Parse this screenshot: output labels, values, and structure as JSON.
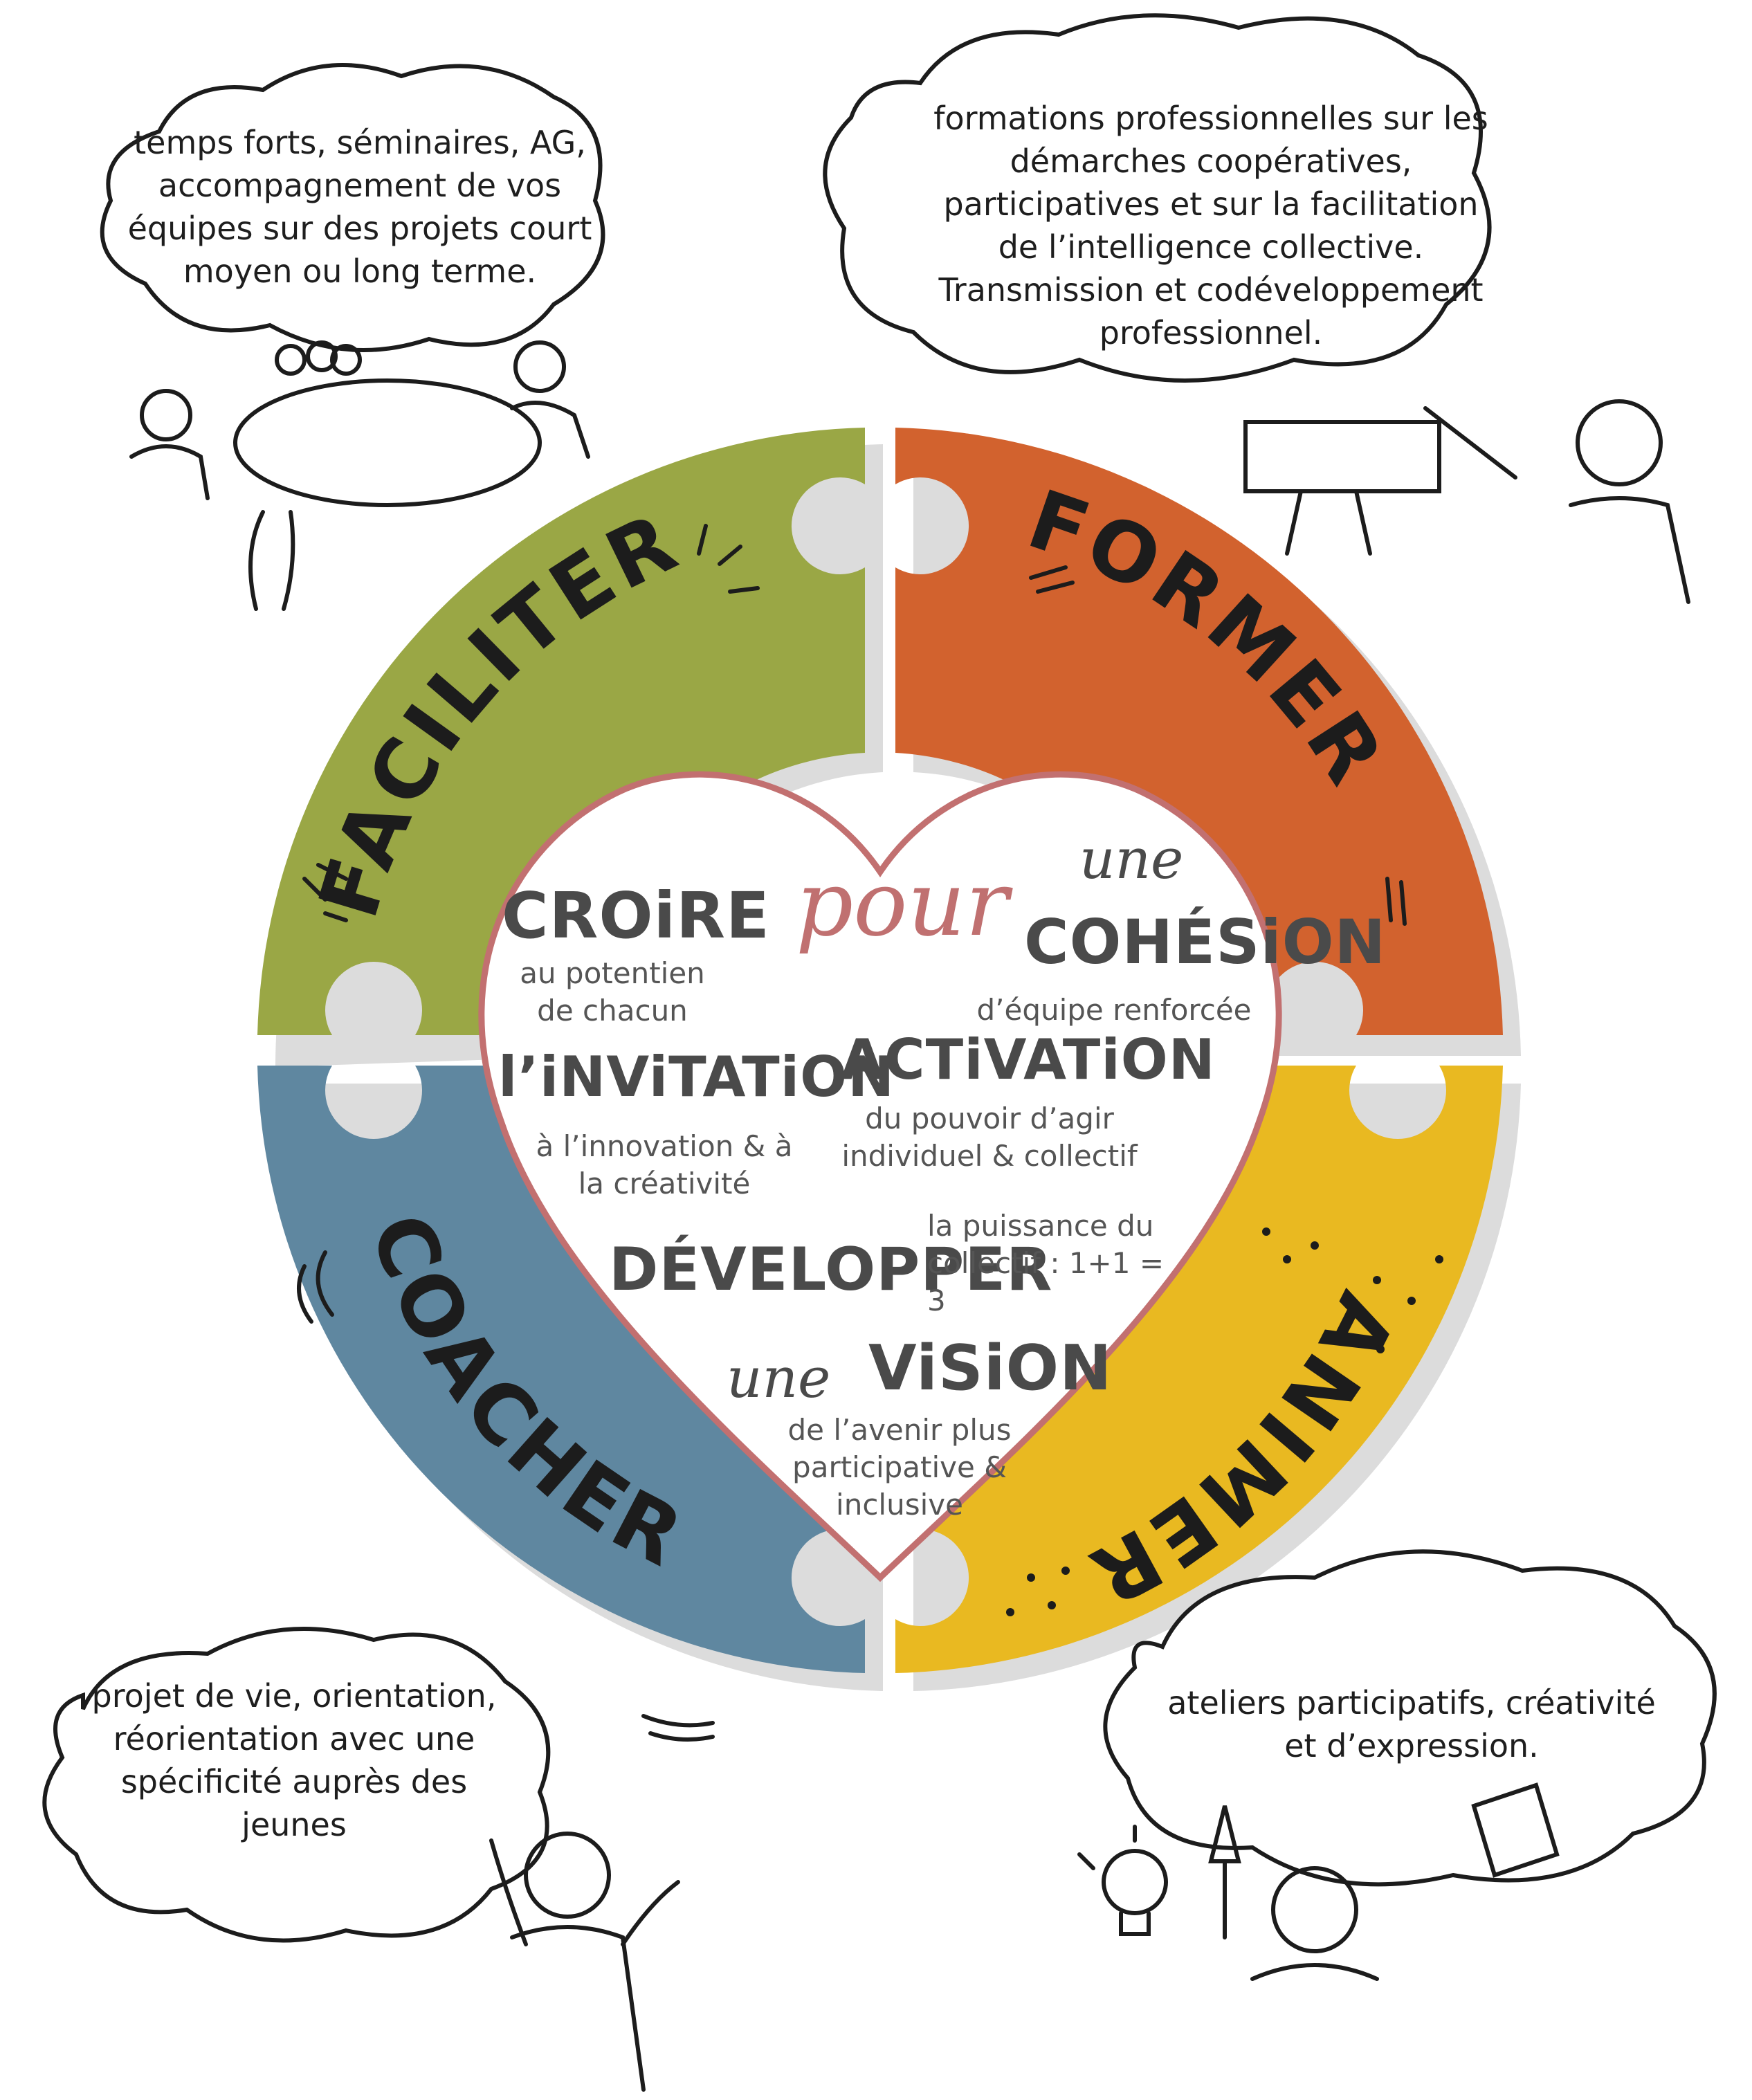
{
  "quadrants": {
    "faciliter": {
      "label": "FACILITER",
      "color": "#9aa745"
    },
    "former": {
      "label": "FORMER",
      "color": "#d2622e"
    },
    "animer": {
      "label": "ANIMER",
      "color": "#e9b921"
    },
    "coacher": {
      "label": "COACHER",
      "color": "#5f87a0"
    }
  },
  "bubbles": {
    "faciliter": "temps forts, séminaires, AG, accompagnement de vos équipes sur des projets court moyen ou long terme.",
    "former": "formations professionnelles sur les démarches coopératives, participatives et sur la facilitation de l’intelligence collective. Transmission et codéveloppement professionnel.",
    "coacher": "projet de vie, orientation, réorientation avec une spécificité auprès des jeunes",
    "animer": "ateliers participatifs, créativité et d’expression."
  },
  "heart": {
    "pour": "pour",
    "croire": {
      "title": "CROiRE",
      "sub": "au potentien de chacun"
    },
    "cohesion": {
      "une": "une",
      "title": "COHÉSiON",
      "sub": "d’équipe renforcée"
    },
    "invitation": {
      "title": "l’iNViTATiON",
      "sub": "à l’innovation & à la créativité"
    },
    "activation": {
      "title": "ACTiVATiON",
      "sub": "du pouvoir d’agir individuel & collectif"
    },
    "developper": {
      "title": "DÉVELOPPER",
      "sub": "la puissance du collectif : 1+1 = 3"
    },
    "vision": {
      "une": "une",
      "title": "ViSiON",
      "sub": "de l’avenir plus participative & inclusive"
    }
  },
  "icons": [
    "meeting-table-icon",
    "presenter-board-icon",
    "coach-person-icon",
    "lightbulb-icon",
    "pencil-icon",
    "paper-icon"
  ]
}
